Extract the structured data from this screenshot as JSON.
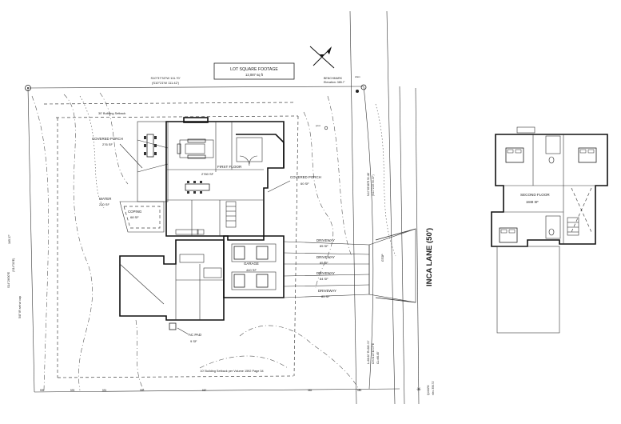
{
  "lot": {
    "box_title": "LOT SQUARE FOOTAGE",
    "box_value": "12,087 sq ft",
    "bearing_top_1": "S10°37'33\"W 111.70'",
    "bearing_top_2": "(S10°21'W 111.42')",
    "setback_top": "30' Building Setback",
    "setback_bottom": "10' Building Setback per Volume 1592 Page 34",
    "benchmark": "BENCHMARK",
    "benchmark_elev": "Elevation: 385.7'",
    "left_bearing_1": "S14°26'00\"E",
    "left_bearing_2": "(S14°33'E)",
    "left_dist": "165.37'",
    "left_pipe": "5/8\" IR set w/ cap",
    "right_bearing_1": "N10°45'46\"E 90.46'",
    "right_bearing_2": "(N10°21'E 90.37')",
    "right_curve_1": "L=66.60' R=280.00'",
    "right_curve_2": "CH=N13°43'07\"E",
    "right_curve_3": "CL=66.45'",
    "street": "INCA LANE (50')",
    "right_tag": "GTOP",
    "mark_drain": "drain",
    "mark_post": "post",
    "btm_marks": [
      "595",
      "593",
      "591",
      "589",
      "587",
      "585",
      "583"
    ],
    "corner_note_1": "Q-MARK",
    "corner_note_2": "elev. 356.71'"
  },
  "first_floor": {
    "covered_porch": "COVERED PORCH",
    "covered_porch_sf": "276 SF",
    "first_floor": "FIRST FLOOR",
    "first_floor_sf": "2760 SF",
    "covered_porch_2": "COVERED PORCH",
    "covered_porch_2_sf": "60 SF",
    "water": "WATER",
    "water_sf": "220 SF",
    "coping": "COPING",
    "coping_sf": "68 SF",
    "garage": "GARAGE",
    "garage_sf": "440 SF",
    "ac_pad": "AC PAD",
    "ac_pad_sf": "9 SF"
  },
  "driveways": [
    {
      "label": "DRIVEWAY",
      "sf": "85 SF"
    },
    {
      "label": "DRIVEWAY",
      "sf": "85 SF"
    },
    {
      "label": "DRIVEWAY",
      "sf": "84 SF"
    },
    {
      "label": "DRIVEWAY",
      "sf": "85 SF"
    }
  ],
  "second_floor": {
    "label": "SECOND FLOOR",
    "sf": "1848 SF"
  }
}
